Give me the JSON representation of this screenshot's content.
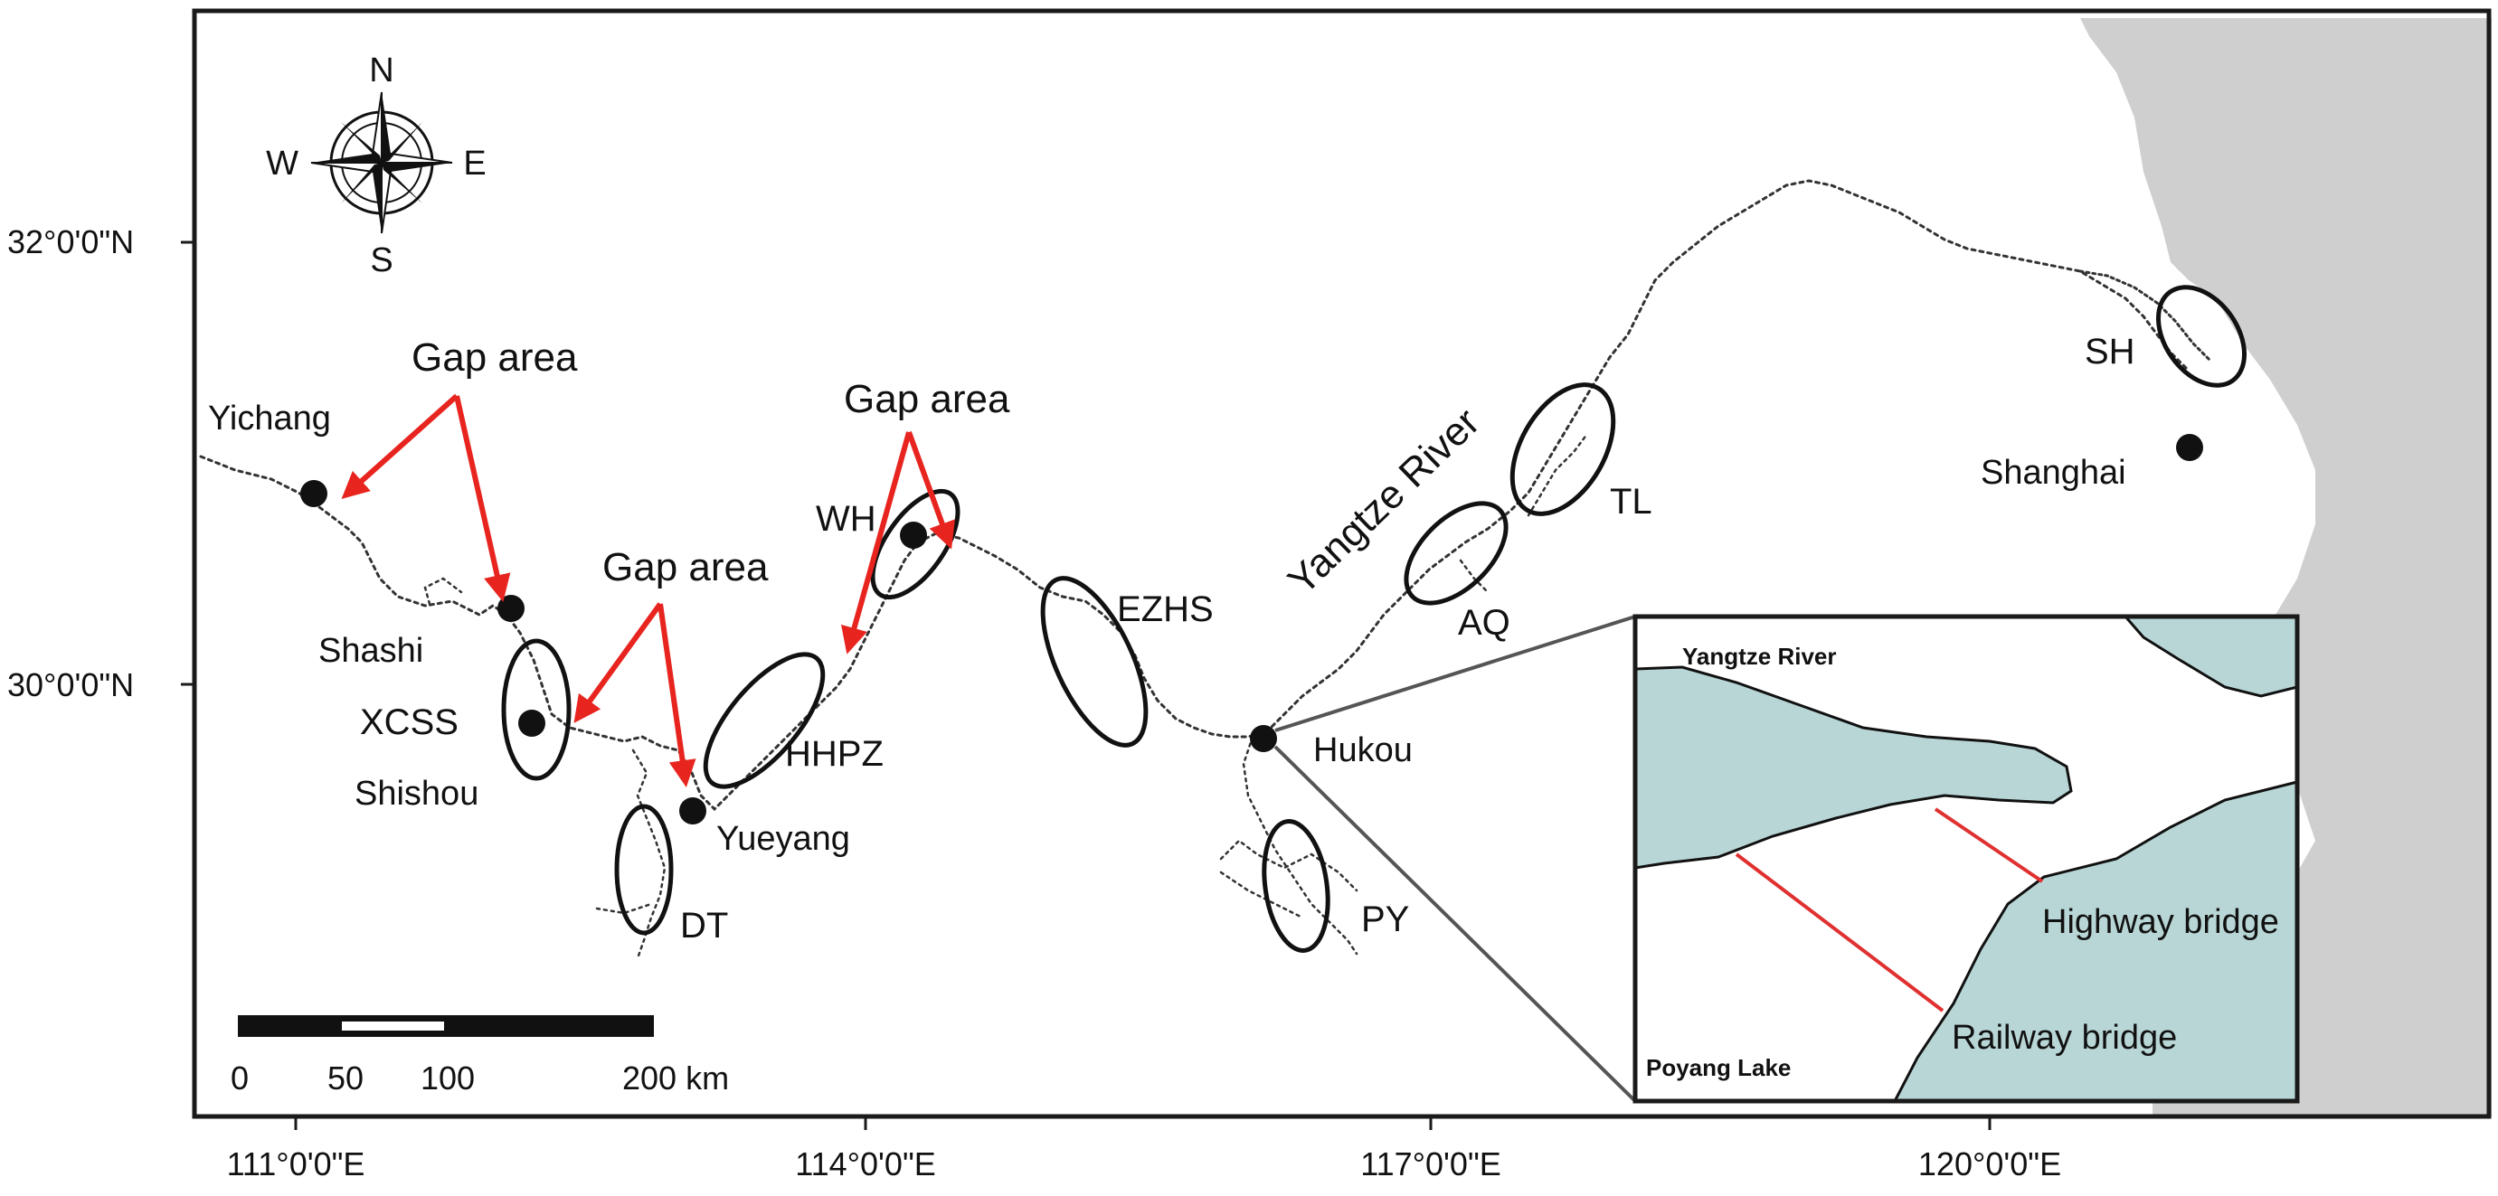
{
  "map": {
    "compass": {
      "n": "N",
      "s": "S",
      "e": "E",
      "w": "W"
    },
    "lat_labels": [
      "32°0'0\"N",
      "30°0'0\"N"
    ],
    "lon_labels": [
      "111°0'0\"E",
      "114°0'0\"E",
      "117°0'0\"E",
      "120°0'0\"E"
    ],
    "cities": {
      "yichang": "Yichang",
      "shashi": "Shashi",
      "shishou": "Shishou",
      "yueyang": "Yueyang",
      "hukou": "Hukou",
      "shanghai": "Shanghai"
    },
    "sections": {
      "xcss": "XCSS",
      "dt": "DT",
      "hhpz": "HHPZ",
      "wh": "WH",
      "ezhs": "EZHS",
      "py": "PY",
      "aq": "AQ",
      "tl": "TL",
      "sh": "SH"
    },
    "gap_labels": [
      "Gap area",
      "Gap area",
      "Gap area"
    ],
    "river_label": "Yangtze River",
    "scale_bar": {
      "ticks": [
        "0",
        "50",
        "100",
        "200 km"
      ]
    },
    "inset": {
      "river": "Yangtze River",
      "lake": "Poyang Lake",
      "highway": "Highway bridge",
      "railway": "Railway bridge"
    },
    "colors": {
      "sea": "#cfcfcf",
      "water_inset": "#b9d6d6",
      "arrow": "#e8241f",
      "bridge": "#e03030",
      "frame": "#1a1a1a"
    }
  }
}
